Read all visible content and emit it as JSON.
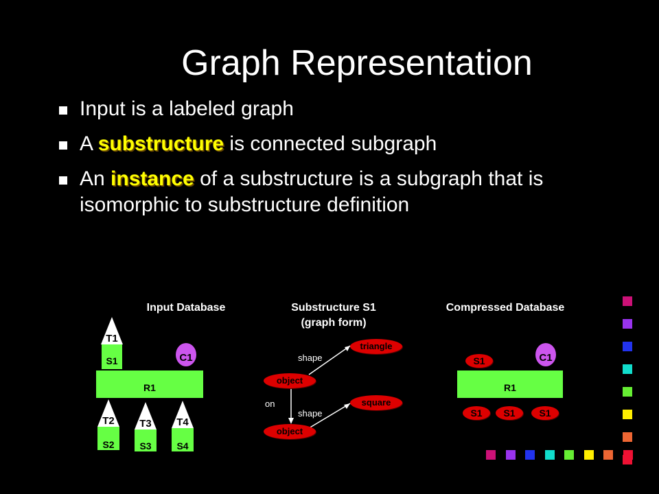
{
  "slide": {
    "title": "Graph Representation",
    "bullets": [
      {
        "pre": "Input is a labeled graph",
        "hl": "",
        "post": ""
      },
      {
        "pre": "A ",
        "hl": "substructure",
        "post": " is connected subgraph"
      },
      {
        "pre": "An ",
        "hl": "instance",
        "post": " of a substructure is a subgraph that is isomorphic to substructure definition"
      }
    ]
  },
  "diagram": {
    "input_db": {
      "heading": "Input Database",
      "r1": "R1",
      "c1": "C1",
      "t1": "T1",
      "s1": "S1",
      "t2": "T2",
      "s2": "S2",
      "t3": "T3",
      "s3": "S3",
      "t4": "T4",
      "s4": "S4"
    },
    "substructure": {
      "heading_line1": "Substructure S1",
      "heading_line2": "(graph form)",
      "triangle": "triangle",
      "square": "square",
      "object_top": "object",
      "object_bottom": "object",
      "shape_top": "shape",
      "shape_bottom": "shape",
      "on": "on"
    },
    "compressed_db": {
      "heading": "Compressed Database",
      "r1": "R1",
      "c1": "C1",
      "s1_top": "S1",
      "s1_a": "S1",
      "s1_b": "S1",
      "s1_c": "S1"
    }
  },
  "colors": {
    "background": "#000000",
    "highlight": "#ffff00",
    "green": "#66ff44",
    "red": "#dd0000",
    "purple": "#cc55ee",
    "deco_squares": [
      "#cc1177",
      "#9933ee",
      "#2233ee",
      "#11ddcc",
      "#66ee33",
      "#ffee00",
      "#ee6633",
      "#ee1133"
    ]
  }
}
